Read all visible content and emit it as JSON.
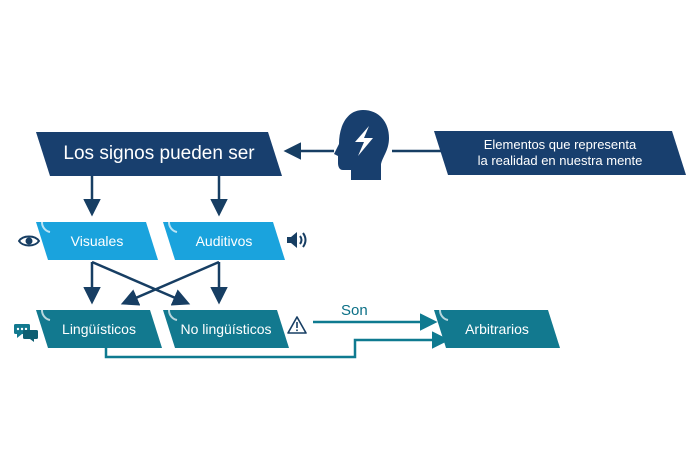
{
  "nodes": {
    "main": "Los signos pueden ser",
    "elementos": "Elementos que representa\nla realidad en nuestra mente",
    "visuales": "Visuales",
    "auditivos": "Auditivos",
    "linguisticos": "Lingüísticos",
    "no_linguisticos": "No lingüísticos",
    "arbitrarios": "Arbitrarios"
  },
  "edge_labels": {
    "son": "Son"
  },
  "icons": {
    "head": "head-lightning-icon",
    "eye": "eye-icon",
    "speaker": "speaker-icon",
    "chat": "chat-bubbles-icon",
    "warning": "warning-triangle-icon"
  },
  "colors": {
    "navy": "#183f6e",
    "sky": "#1aa3dd",
    "teal": "#12798f",
    "line_navy": "#173e63",
    "line_teal": "#0f7a90"
  }
}
